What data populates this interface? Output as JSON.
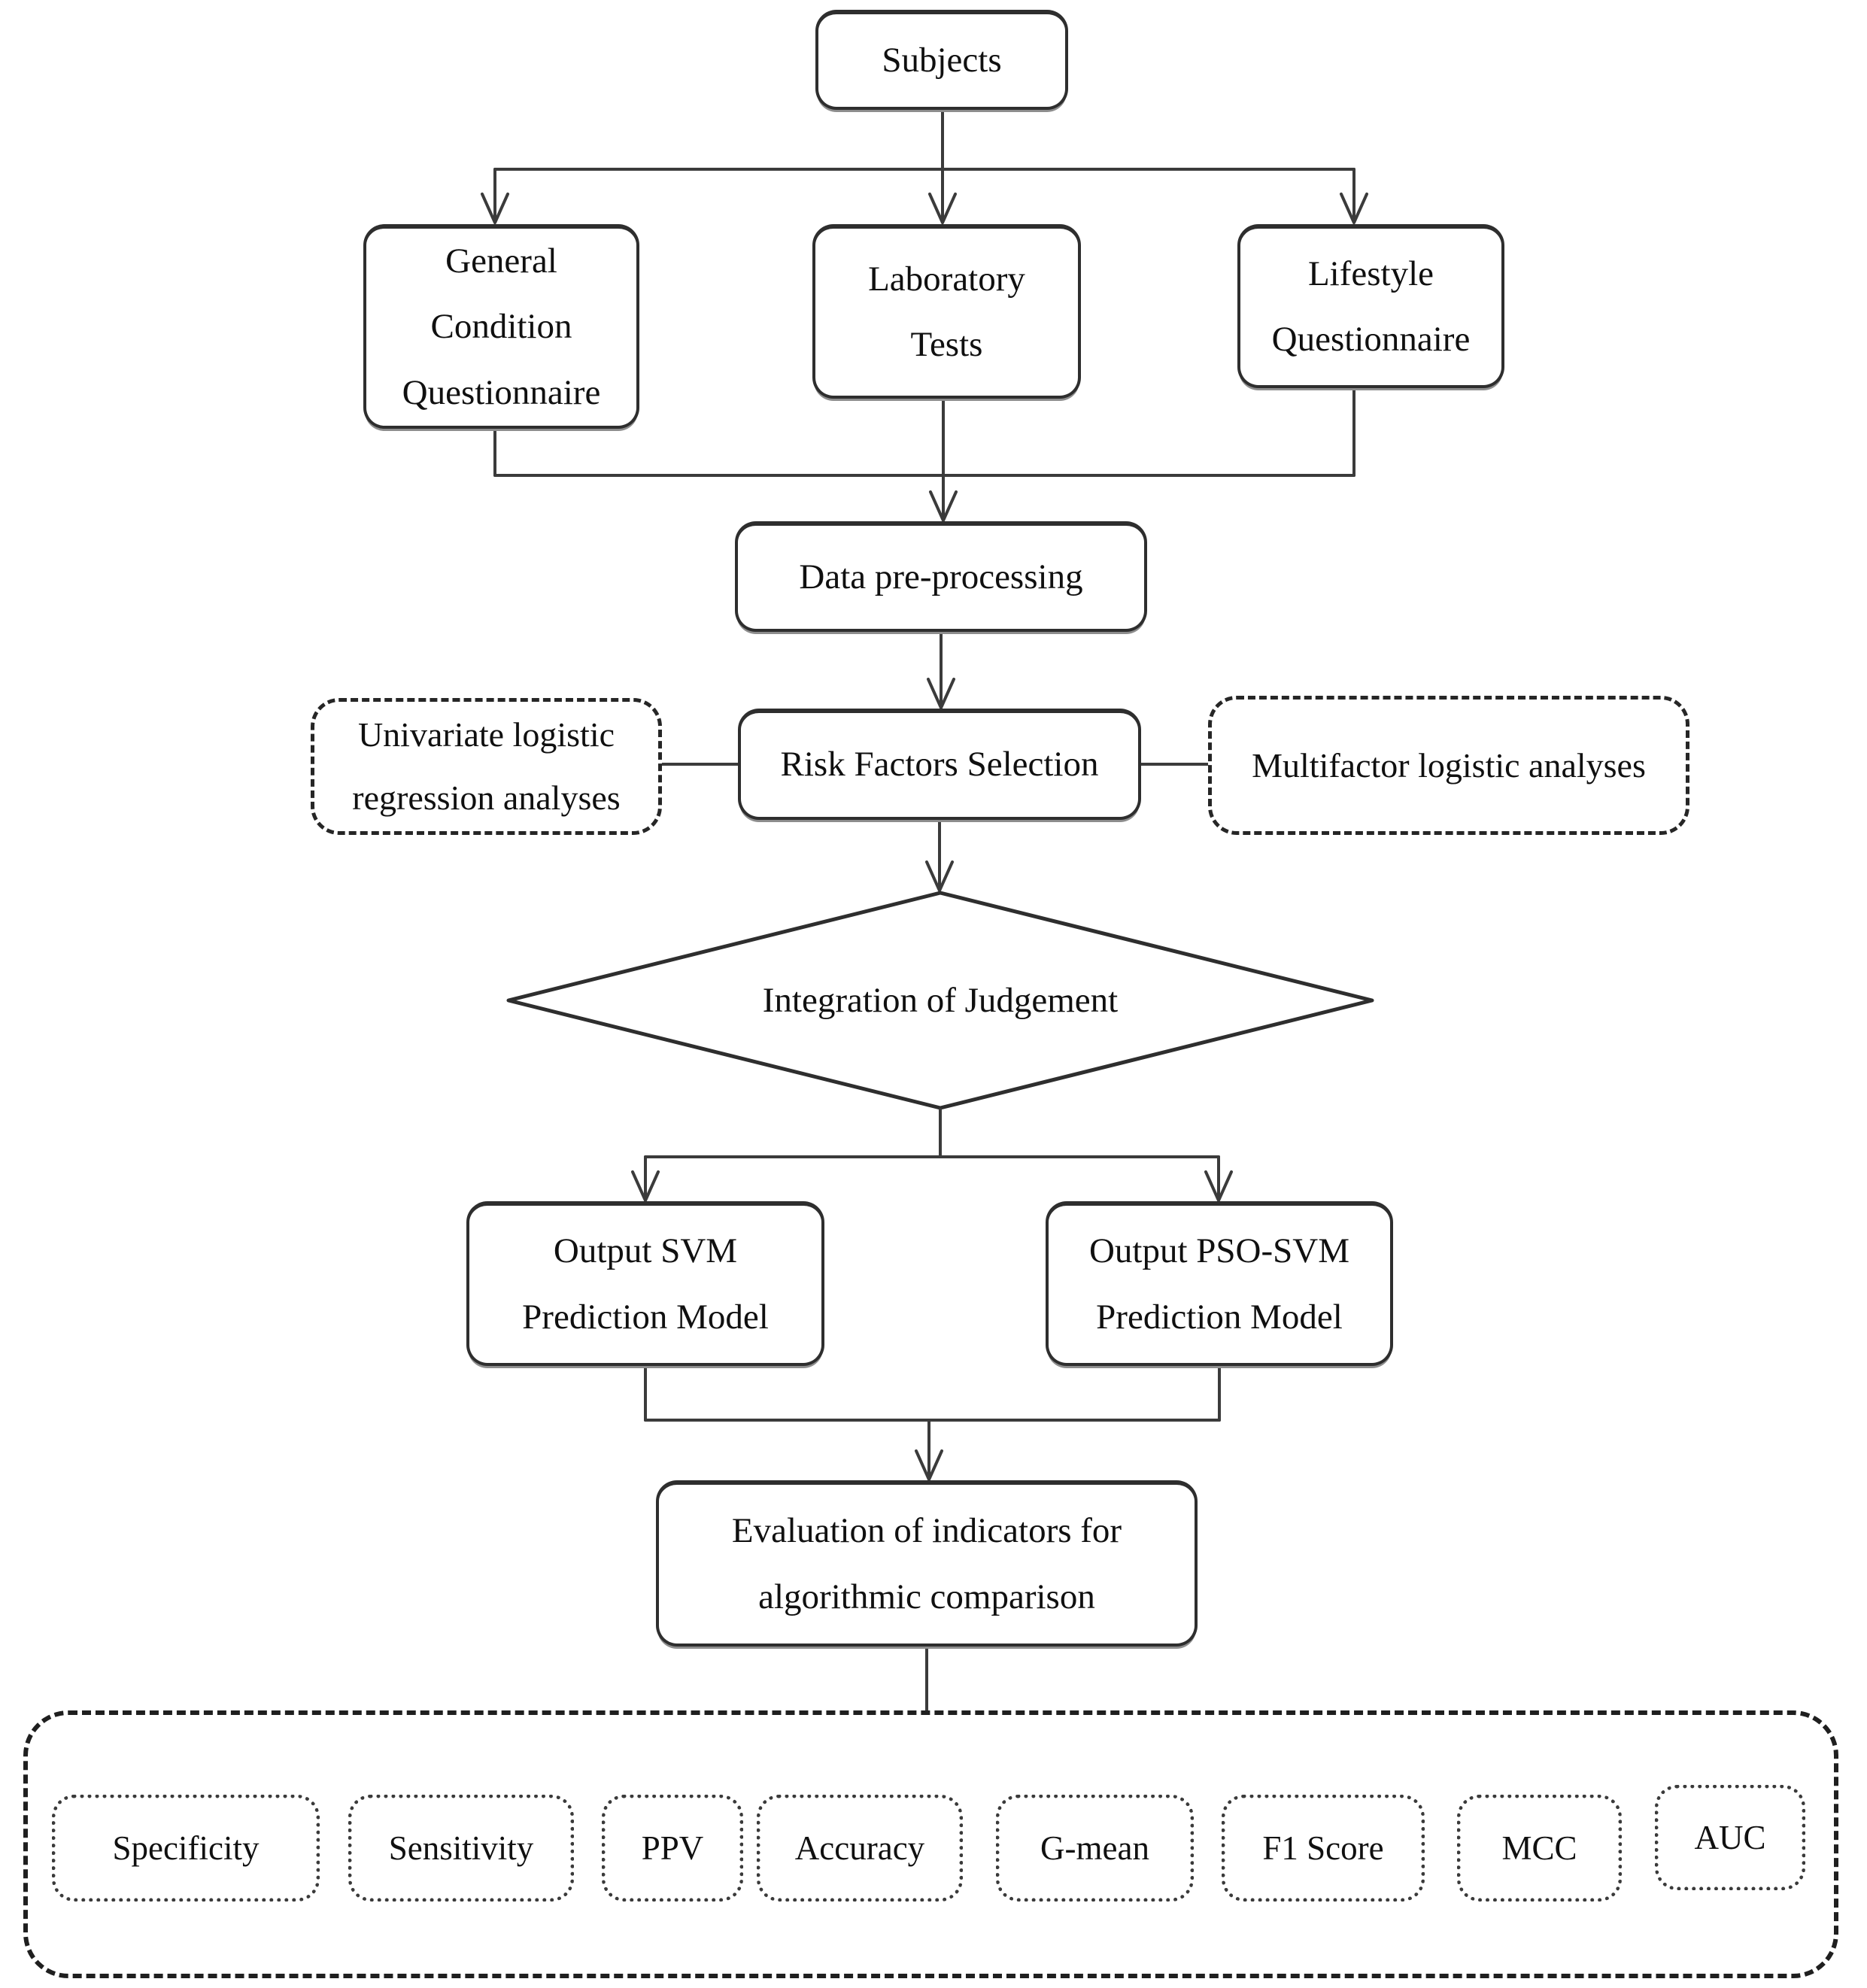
{
  "diagram": {
    "type": "flowchart",
    "nodes": {
      "subjects": {
        "label": "Subjects"
      },
      "general_condition": {
        "label": "General\nCondition\nQuestionnaire"
      },
      "laboratory_tests": {
        "label": "Laboratory\nTests"
      },
      "lifestyle_questionnaire": {
        "label": "Lifestyle\nQuestionnaire"
      },
      "data_preprocessing": {
        "label": "Data pre-processing"
      },
      "univariate": {
        "label": "Univariate logistic\nregression analyses"
      },
      "risk_factors": {
        "label": "Risk Factors Selection"
      },
      "multifactor": {
        "label": "Multifactor logistic analyses"
      },
      "integration": {
        "label": "Integration of Judgement"
      },
      "output_svm": {
        "label": "Output SVM\nPrediction Model"
      },
      "output_pso_svm": {
        "label": "Output PSO-SVM\nPrediction Model"
      },
      "evaluation": {
        "label": "Evaluation of indicators for\nalgorithmic comparison"
      }
    },
    "metrics": [
      "Specificity",
      "Sensitivity",
      "PPV",
      "Accuracy",
      "G-mean",
      "F1 Score",
      "MCC",
      "AUC"
    ],
    "colors": {
      "background": "#ffffff",
      "border": "#2e2e2e",
      "line": "#3b3b3b",
      "text": "#101010",
      "shadow": "#8d8d8d"
    }
  }
}
